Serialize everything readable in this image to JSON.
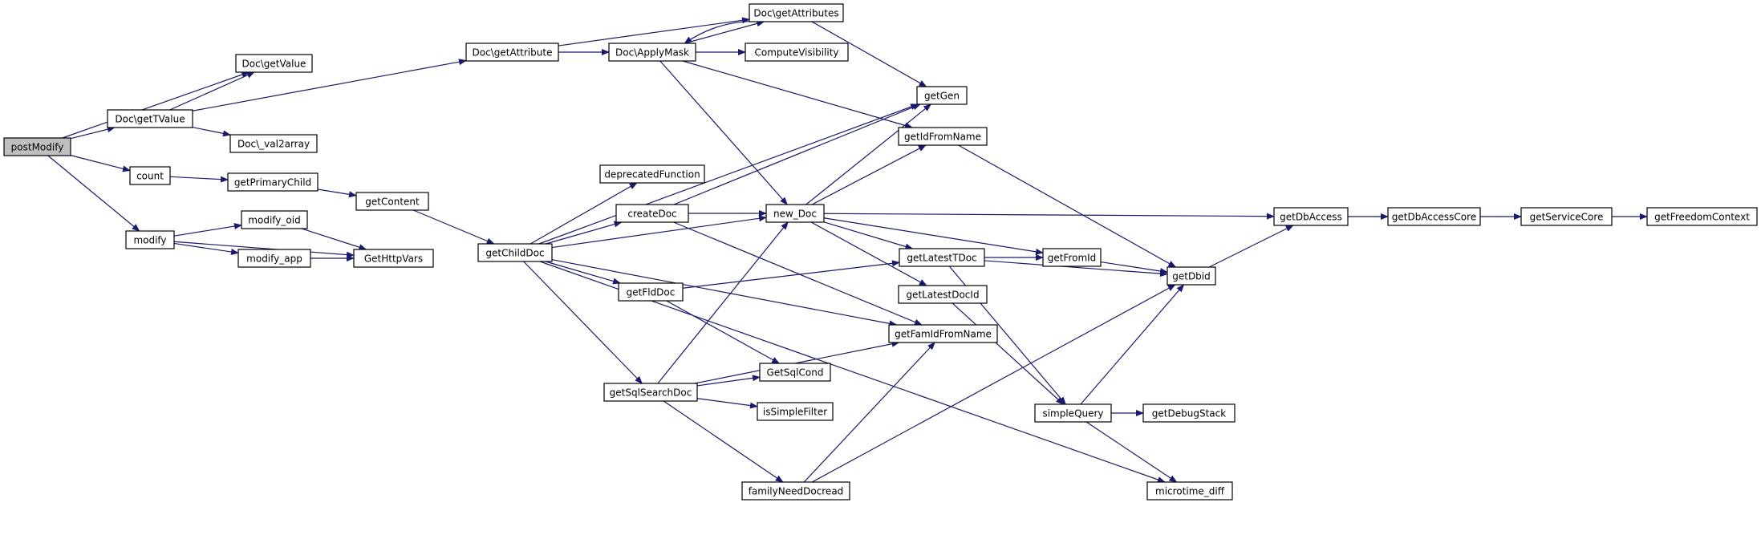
{
  "diagram": {
    "title": "",
    "colors": {
      "edge": "#191970",
      "root_fill": "#bfbfbf",
      "node_fill": "#ffffff",
      "border": "#000000"
    },
    "nodes": [
      {
        "id": "postModify",
        "label": "postModify",
        "root": true
      },
      {
        "id": "getValue",
        "label": "Doc\\getValue"
      },
      {
        "id": "getTValue",
        "label": "Doc\\getTValue"
      },
      {
        "id": "val2array",
        "label": "Doc\\_val2array"
      },
      {
        "id": "count",
        "label": "count"
      },
      {
        "id": "getPrimaryChild",
        "label": "getPrimaryChild"
      },
      {
        "id": "modify",
        "label": "modify"
      },
      {
        "id": "modify_oid",
        "label": "modify_oid"
      },
      {
        "id": "modify_app",
        "label": "modify_app"
      },
      {
        "id": "GetHttpVars",
        "label": "GetHttpVars"
      },
      {
        "id": "getContent",
        "label": "getContent"
      },
      {
        "id": "getAttribute",
        "label": "Doc\\getAttribute"
      },
      {
        "id": "ApplyMask",
        "label": "Doc\\ApplyMask"
      },
      {
        "id": "getAttributes",
        "label": "Doc\\getAttributes"
      },
      {
        "id": "ComputeVisibility",
        "label": "ComputeVisibility"
      },
      {
        "id": "getChildDoc",
        "label": "getChildDoc"
      },
      {
        "id": "deprecatedFunction",
        "label": "deprecatedFunction"
      },
      {
        "id": "createDoc",
        "label": "createDoc"
      },
      {
        "id": "getFldDoc",
        "label": "getFldDoc"
      },
      {
        "id": "getSqlSearchDoc",
        "label": "getSqlSearchDoc"
      },
      {
        "id": "familyNeedDocread",
        "label": "familyNeedDocread"
      },
      {
        "id": "new_Doc",
        "label": "new_Doc"
      },
      {
        "id": "getGen",
        "label": "getGen"
      },
      {
        "id": "getIdFromName",
        "label": "getIdFromName"
      },
      {
        "id": "getFamIdFromName",
        "label": "getFamIdFromName"
      },
      {
        "id": "GetSqlCond",
        "label": "GetSqlCond"
      },
      {
        "id": "isSimpleFilter",
        "label": "isSimpleFilter"
      },
      {
        "id": "getLatestTDoc",
        "label": "getLatestTDoc"
      },
      {
        "id": "getLatestDocId",
        "label": "getLatestDocId"
      },
      {
        "id": "getFromId",
        "label": "getFromId"
      },
      {
        "id": "getDbid",
        "label": "getDbid"
      },
      {
        "id": "simpleQuery",
        "label": "simpleQuery"
      },
      {
        "id": "getDebugStack",
        "label": "getDebugStack"
      },
      {
        "id": "microtime_diff",
        "label": "microtime_diff"
      },
      {
        "id": "getDbAccess",
        "label": "getDbAccess"
      },
      {
        "id": "getDbAccessCore",
        "label": "getDbAccessCore"
      },
      {
        "id": "getServiceCore",
        "label": "getServiceCore"
      },
      {
        "id": "getFreedomContext",
        "label": "getFreedomContext"
      }
    ],
    "edges": [
      [
        "postModify",
        "getValue"
      ],
      [
        "postModify",
        "getTValue"
      ],
      [
        "postModify",
        "count"
      ],
      [
        "postModify",
        "modify"
      ],
      [
        "getTValue",
        "getValue"
      ],
      [
        "getTValue",
        "val2array"
      ],
      [
        "getTValue",
        "getAttribute"
      ],
      [
        "count",
        "getPrimaryChild"
      ],
      [
        "getPrimaryChild",
        "getContent"
      ],
      [
        "getContent",
        "getChildDoc"
      ],
      [
        "modify",
        "modify_oid"
      ],
      [
        "modify",
        "modify_app"
      ],
      [
        "modify",
        "GetHttpVars"
      ],
      [
        "modify_oid",
        "GetHttpVars"
      ],
      [
        "modify_app",
        "GetHttpVars"
      ],
      [
        "getAttribute",
        "ApplyMask"
      ],
      [
        "getAttribute",
        "getAttributes"
      ],
      [
        "ApplyMask",
        "getAttributes"
      ],
      [
        "getAttributes",
        "ApplyMask"
      ],
      [
        "ApplyMask",
        "ComputeVisibility"
      ],
      [
        "ApplyMask",
        "getIdFromName"
      ],
      [
        "ApplyMask",
        "new_Doc"
      ],
      [
        "getAttributes",
        "getGen"
      ],
      [
        "getChildDoc",
        "deprecatedFunction"
      ],
      [
        "getChildDoc",
        "createDoc"
      ],
      [
        "getChildDoc",
        "getGen"
      ],
      [
        "getChildDoc",
        "new_Doc"
      ],
      [
        "getChildDoc",
        "getFldDoc"
      ],
      [
        "getChildDoc",
        "getSqlSearchDoc"
      ],
      [
        "getChildDoc",
        "getFamIdFromName"
      ],
      [
        "getChildDoc",
        "microtime_diff"
      ],
      [
        "createDoc",
        "getGen"
      ],
      [
        "createDoc",
        "new_Doc"
      ],
      [
        "createDoc",
        "getFamIdFromName"
      ],
      [
        "getFldDoc",
        "getLatestTDoc"
      ],
      [
        "getFldDoc",
        "GetSqlCond"
      ],
      [
        "getSqlSearchDoc",
        "new_Doc"
      ],
      [
        "getSqlSearchDoc",
        "GetSqlCond"
      ],
      [
        "getSqlSearchDoc",
        "isSimpleFilter"
      ],
      [
        "getSqlSearchDoc",
        "getFamIdFromName"
      ],
      [
        "getSqlSearchDoc",
        "familyNeedDocread"
      ],
      [
        "familyNeedDocread",
        "getFamIdFromName"
      ],
      [
        "familyNeedDocread",
        "getDbid"
      ],
      [
        "new_Doc",
        "getGen"
      ],
      [
        "new_Doc",
        "getIdFromName"
      ],
      [
        "new_Doc",
        "getDbAccess"
      ],
      [
        "new_Doc",
        "getLatestTDoc"
      ],
      [
        "new_Doc",
        "getFromId"
      ],
      [
        "new_Doc",
        "getLatestDocId"
      ],
      [
        "getIdFromName",
        "getDbid"
      ],
      [
        "getLatestTDoc",
        "getFromId"
      ],
      [
        "getLatestTDoc",
        "getDbid"
      ],
      [
        "getLatestTDoc",
        "simpleQuery"
      ],
      [
        "getLatestDocId",
        "simpleQuery"
      ],
      [
        "getFromId",
        "getDbid"
      ],
      [
        "simpleQuery",
        "getDbid"
      ],
      [
        "simpleQuery",
        "getDebugStack"
      ],
      [
        "simpleQuery",
        "microtime_diff"
      ],
      [
        "getDbid",
        "getDbAccess"
      ],
      [
        "getDbAccess",
        "getDbAccessCore"
      ],
      [
        "getDbAccessCore",
        "getServiceCore"
      ],
      [
        "getServiceCore",
        "getFreedomContext"
      ]
    ]
  }
}
